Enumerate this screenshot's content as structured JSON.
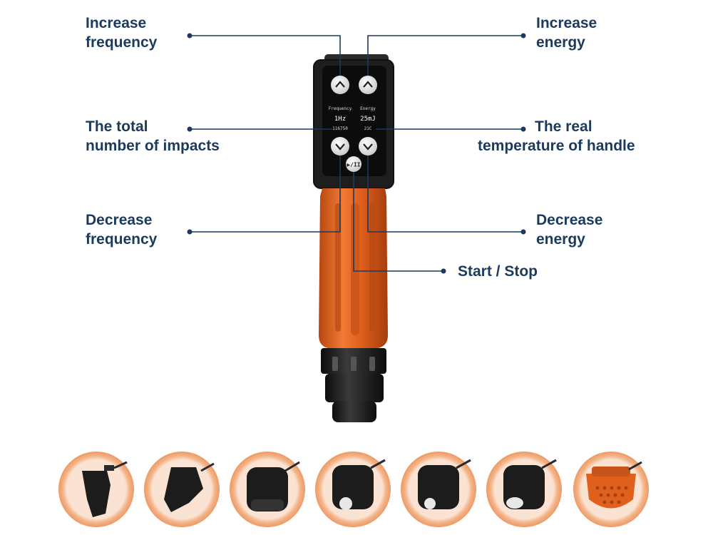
{
  "labels": {
    "increase_frequency": [
      "Increase",
      "frequency"
    ],
    "increase_energy": [
      "Increase",
      "energy"
    ],
    "total_impacts": [
      "The total",
      "number of impacts"
    ],
    "real_temperature": [
      "The real",
      "temperature of handle"
    ],
    "decrease_frequency": [
      "Decrease",
      "frequency"
    ],
    "decrease_energy": [
      "Decrease",
      "energy"
    ],
    "start_stop": "Start / Stop"
  },
  "device_screen": {
    "frequency_header": "Frequency",
    "energy_header": "Energy",
    "frequency_value": "1Hz",
    "energy_value": "25mJ",
    "impacts_value": "116750",
    "temperature_value": "21C",
    "play_pause_glyph": "▶/II"
  },
  "colors": {
    "label_text": "#1b3a5c",
    "handle_orange": "#e0601e",
    "ring_orange": "#f0a97a",
    "device_black": "#1a1a1a"
  },
  "icons": {
    "up": "chevron-up-icon",
    "down": "chevron-down-icon",
    "start_stop": "play-pause-icon"
  },
  "applicator_heads": [
    "head-1",
    "head-2",
    "head-3",
    "head-4",
    "head-5",
    "head-6",
    "head-7"
  ]
}
